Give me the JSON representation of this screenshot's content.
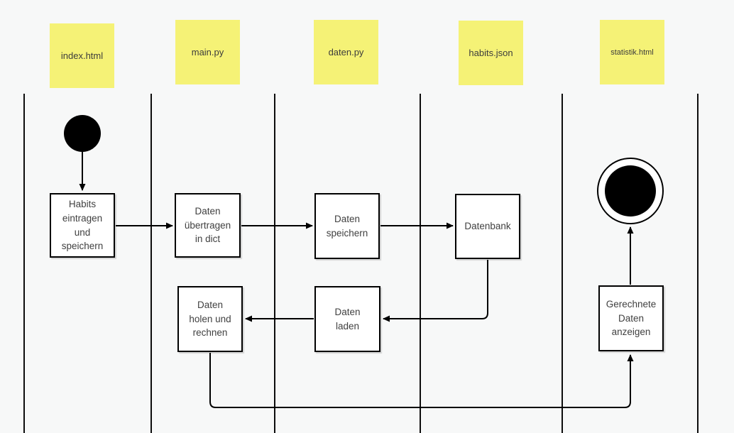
{
  "diagram": {
    "type": "swimlane-activity-diagram",
    "colors": {
      "background": "#f7f8f8",
      "note_yellow": "#f5f276",
      "stroke": "#000000",
      "box_fill": "#ffffff",
      "text": "#404040"
    },
    "lanes": {
      "note_1": {
        "label": "index.html"
      },
      "note_2": {
        "label": "main.py"
      },
      "note_3": {
        "label": "daten.py"
      },
      "note_4": {
        "label": "habits.json"
      },
      "note_5": {
        "label": "statistik.html"
      }
    },
    "boxes": {
      "box_1": {
        "label": "Habits\neintragen\nund\nspeichern"
      },
      "box_2": {
        "label": "Daten\nübertragen\nin dict"
      },
      "box_3": {
        "label": "Daten\nspeichern"
      },
      "box_4": {
        "label": "Datenbank"
      },
      "box_5": {
        "label": "Daten\nholen und\nrechnen"
      },
      "box_6": {
        "label": "Daten\nladen"
      },
      "box_7": {
        "label": "Gerechnete\nDaten\nanzeigen"
      }
    },
    "nodes": {
      "start": "initial-node",
      "end": "final-node"
    }
  }
}
